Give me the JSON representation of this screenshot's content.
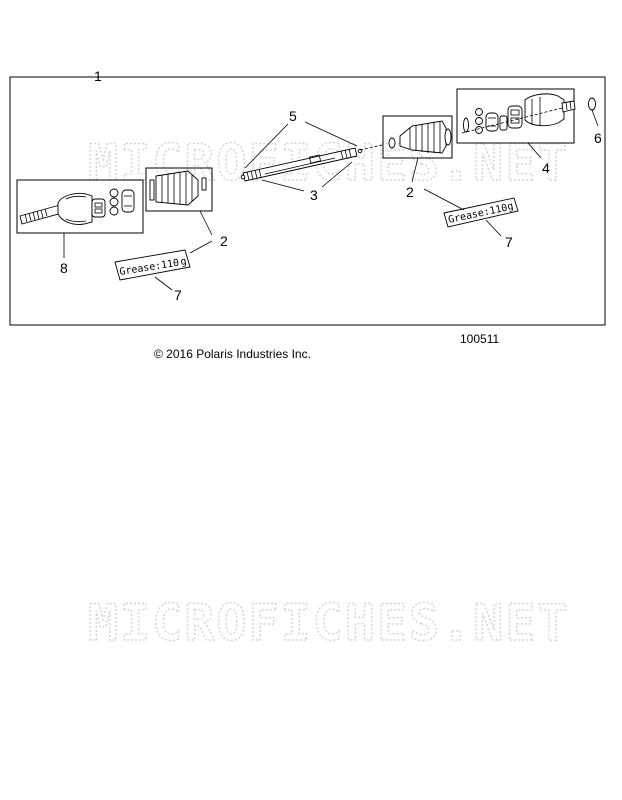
{
  "diagram": {
    "callouts": {
      "c1": "1",
      "c2a": "2",
      "c2b": "2",
      "c3": "3",
      "c4": "4",
      "c5": "5",
      "c6": "6",
      "c7a": "7",
      "c7b": "7",
      "c8": "8"
    },
    "grease_labels": {
      "left": "Grease:110",
      "right": "Grease:110",
      "suffix": "g"
    },
    "figure_number": "100511",
    "copyright": "© 2016 Polaris Industries Inc.",
    "watermark": "MICROFICHES.NET"
  }
}
